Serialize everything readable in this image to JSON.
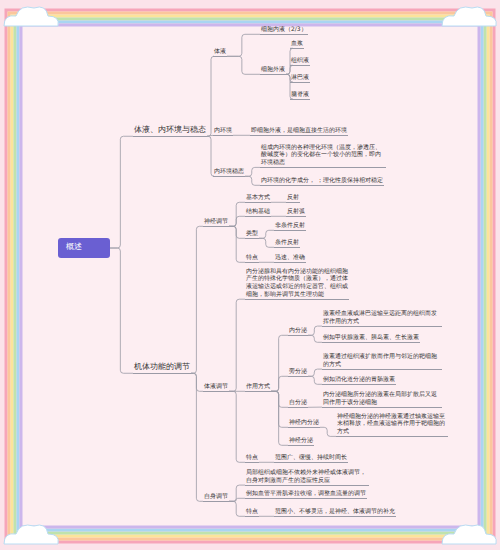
{
  "diagram": {
    "nodes": [
      {
        "text": [
          "概述"
        ]
      },
      {
        "text": [
          "体液、内环境与稳态"
        ]
      },
      {
        "text": [
          "体液"
        ]
      },
      {
        "text": [
          "细胞内液（2/3）"
        ]
      },
      {
        "text": [
          "细胞外液"
        ]
      },
      {
        "text": [
          "血浆"
        ]
      },
      {
        "text": [
          "组织液"
        ]
      },
      {
        "text": [
          "淋巴液"
        ]
      },
      {
        "text": [
          "脑脊液"
        ]
      },
      {
        "text": [
          "内环境"
        ]
      },
      {
        "text": [
          "即细胞外液，是细胞直接生活的环境"
        ]
      },
      {
        "text": [
          "内环境稳态"
        ]
      },
      {
        "text": [
          "组成内环境的各种理化环境（温度，渗透压、酸碱度等）的变化都在一个较小的范围，即内环境稳态"
        ]
      },
      {
        "text": [
          "内环境的化学成分， ；理化性质保持相对稳定"
        ]
      },
      {
        "text": [
          "机体功能的调节"
        ]
      },
      {
        "text": [
          "神经调节"
        ]
      },
      {
        "text": [
          "基本方式"
        ]
      },
      {
        "text": [
          "反射"
        ]
      },
      {
        "text": [
          "结构基础"
        ]
      },
      {
        "text": [
          "反射弧"
        ]
      },
      {
        "text": [
          "类型"
        ]
      },
      {
        "text": [
          "非条件反射"
        ]
      },
      {
        "text": [
          "条件反射"
        ]
      },
      {
        "text": [
          "特点"
        ]
      },
      {
        "text": [
          "迅速、准确"
        ]
      },
      {
        "text": [
          "体液调节"
        ]
      },
      {
        "text": [
          "内分泌腺和具有内分泌功能的组织细胞产生的特殊化学物质（激素），通过体液运输达远或邻近的特定器官、组织或细胞，影响并调节其生理功能"
        ]
      },
      {
        "text": [
          "作用方式"
        ]
      },
      {
        "text": [
          "内分泌"
        ]
      },
      {
        "text": [
          "激素经血液或淋巴运输至远距离的组织而发挥作用的方式"
        ]
      },
      {
        "text": [
          "例如甲状腺激素、胰岛素、生长激素"
        ]
      },
      {
        "text": [
          "旁分泌"
        ]
      },
      {
        "text": [
          "激素通过组织液扩散而作用与邻近的靶细胞的方式"
        ]
      },
      {
        "text": [
          "例如消化道分泌的胃肠激素"
        ]
      },
      {
        "text": [
          "自分泌"
        ]
      },
      {
        "text": [
          "内分泌细胞所分泌的激素在局部扩散后又返回作用于该分泌细胞"
        ]
      },
      {
        "text": [
          "神经内分泌"
        ]
      },
      {
        "text": [
          "神经细胞分泌的神经激素通过轴浆运输至末梢释放，经血液运输再作用于靶细胞的方式"
        ]
      },
      {
        "text": [
          "神经分泌"
        ]
      },
      {
        "text": [
          "特点"
        ]
      },
      {
        "text": [
          "范围广、缓慢、持续时间长"
        ]
      },
      {
        "text": [
          "自身调节"
        ]
      },
      {
        "text": [
          "局部组织或细胞不依赖外来神经或体液调节，自身对刺激而产生的适应性反应"
        ]
      },
      {
        "text": [
          "例如血管平滑肌牵拉收缩，调整血流量的调节"
        ]
      },
      {
        "text": [
          "特点"
        ]
      },
      {
        "text": [
          "范围小、不够灵活，是神经、体液调节的补充"
        ]
      }
    ],
    "edges": [
      {
        "from": 0,
        "to": 1,
        "arrow": "none"
      },
      {
        "from": 1,
        "to": 2,
        "arrow": "none"
      },
      {
        "from": 2,
        "to": 3,
        "arrow": "none"
      },
      {
        "from": 2,
        "to": 4,
        "arrow": "none"
      },
      {
        "from": 4,
        "to": 5,
        "arrow": "none"
      },
      {
        "from": 4,
        "to": 6,
        "arrow": "none"
      },
      {
        "from": 4,
        "to": 7,
        "arrow": "none"
      },
      {
        "from": 4,
        "to": 8,
        "arrow": "none"
      },
      {
        "from": 1,
        "to": 9,
        "arrow": "none"
      },
      {
        "from": 9,
        "to": 10,
        "arrow": "none"
      },
      {
        "from": 1,
        "to": 11,
        "arrow": "none"
      },
      {
        "from": 11,
        "to": 12,
        "arrow": "none"
      },
      {
        "from": 11,
        "to": 13,
        "arrow": "none"
      },
      {
        "from": 0,
        "to": 14,
        "arrow": "none"
      },
      {
        "from": 14,
        "to": 15,
        "arrow": "none"
      },
      {
        "from": 15,
        "to": 16,
        "arrow": "none"
      },
      {
        "from": 16,
        "to": 17,
        "arrow": "none"
      },
      {
        "from": 15,
        "to": 18,
        "arrow": "none"
      },
      {
        "from": 18,
        "to": 19,
        "arrow": "none"
      },
      {
        "from": 15,
        "to": 20,
        "arrow": "none"
      },
      {
        "from": 20,
        "to": 21,
        "arrow": "none"
      },
      {
        "from": 20,
        "to": 22,
        "arrow": "none"
      },
      {
        "from": 15,
        "to": 23,
        "arrow": "none"
      },
      {
        "from": 23,
        "to": 24,
        "arrow": "none"
      },
      {
        "from": 14,
        "to": 25,
        "arrow": "none"
      },
      {
        "from": 25,
        "to": 26,
        "arrow": "none"
      },
      {
        "from": 25,
        "to": 27,
        "arrow": "none"
      },
      {
        "from": 27,
        "to": 28,
        "arrow": "none"
      },
      {
        "from": 28,
        "to": 29,
        "arrow": "none"
      },
      {
        "from": 28,
        "to": 30,
        "arrow": "none"
      },
      {
        "from": 27,
        "to": 31,
        "arrow": "none"
      },
      {
        "from": 31,
        "to": 32,
        "arrow": "none"
      },
      {
        "from": 31,
        "to": 33,
        "arrow": "none"
      },
      {
        "from": 27,
        "to": 34,
        "arrow": "none"
      },
      {
        "from": 34,
        "to": 35,
        "arrow": "none"
      },
      {
        "from": 27,
        "to": 36,
        "arrow": "none"
      },
      {
        "from": 36,
        "to": 37,
        "arrow": "none"
      },
      {
        "from": 27,
        "to": 38,
        "arrow": "none"
      },
      {
        "from": 25,
        "to": 39,
        "arrow": "none"
      },
      {
        "from": 39,
        "to": 40,
        "arrow": "none"
      },
      {
        "from": 14,
        "to": 41,
        "arrow": "none"
      },
      {
        "from": 41,
        "to": 42,
        "arrow": "none"
      },
      {
        "from": 41,
        "to": 43,
        "arrow": "none"
      },
      {
        "from": 41,
        "to": 44,
        "arrow": "none"
      },
      {
        "from": 44,
        "to": 45,
        "arrow": "none"
      }
    ]
  }
}
